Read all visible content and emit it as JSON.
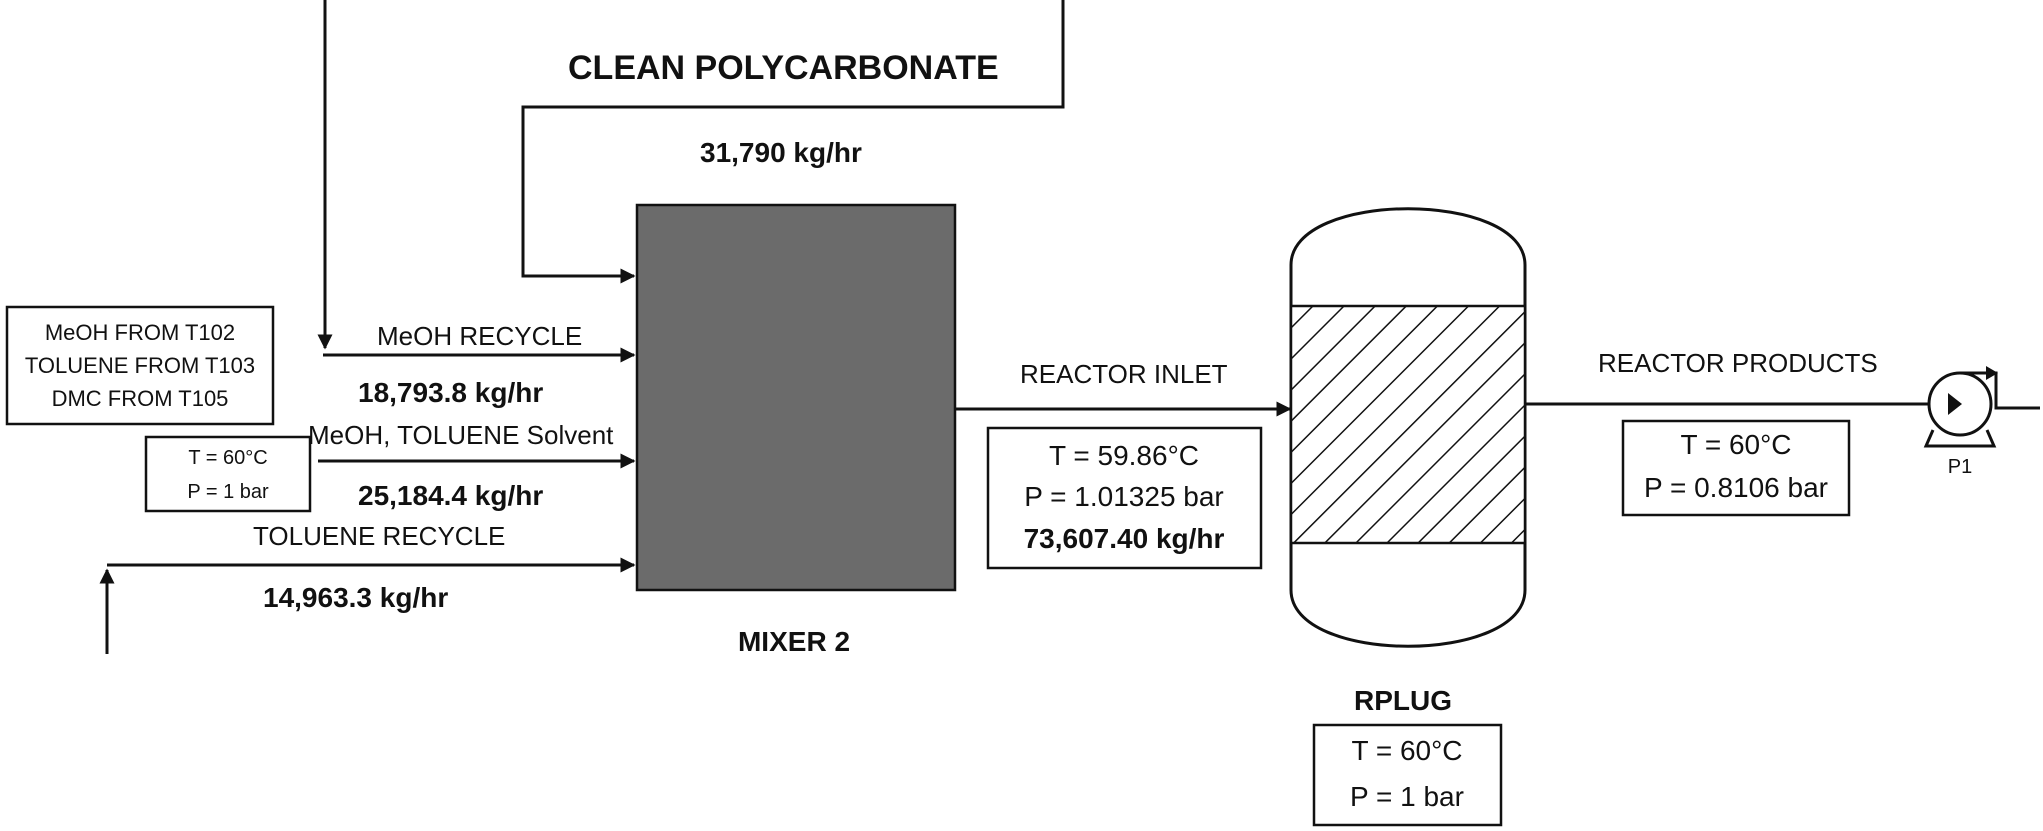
{
  "streams": {
    "clean_polycarbonate": {
      "label": "CLEAN POLYCARBONATE",
      "flow": "31,790 kg/hr"
    },
    "meoh_recycle": {
      "label": "MeOH RECYCLE",
      "flow": "18,793.8 kg/hr"
    },
    "solvent": {
      "label": "MeOH, TOLUENE Solvent",
      "flow": "25,184.4 kg/hr"
    },
    "toluene_recycle": {
      "label": "TOLUENE RECYCLE",
      "flow": "14,963.3 kg/hr"
    },
    "reactor_inlet": {
      "label": "REACTOR INLET",
      "temperature": "T = 59.86°C",
      "pressure": "P = 1.01325 bar",
      "flow": "73,607.40 kg/hr"
    },
    "reactor_products": {
      "label": "REACTOR PRODUCTS",
      "temperature": "T = 60°C",
      "pressure": "P = 0.8106 bar"
    }
  },
  "sources_note": {
    "line1": "MeOH FROM T102",
    "line2": "TOLUENE FROM T103",
    "line3": "DMC FROM T105"
  },
  "solvent_conditions": {
    "temperature": "T = 60°C",
    "pressure": "P = 1 bar"
  },
  "equipment": {
    "mixer": {
      "label": "MIXER 2",
      "color": "#6b6b6b"
    },
    "reactor": {
      "label": "RPLUG",
      "temperature": "T = 60°C",
      "pressure": "P = 1 bar"
    },
    "pump": {
      "label": "P1"
    }
  }
}
